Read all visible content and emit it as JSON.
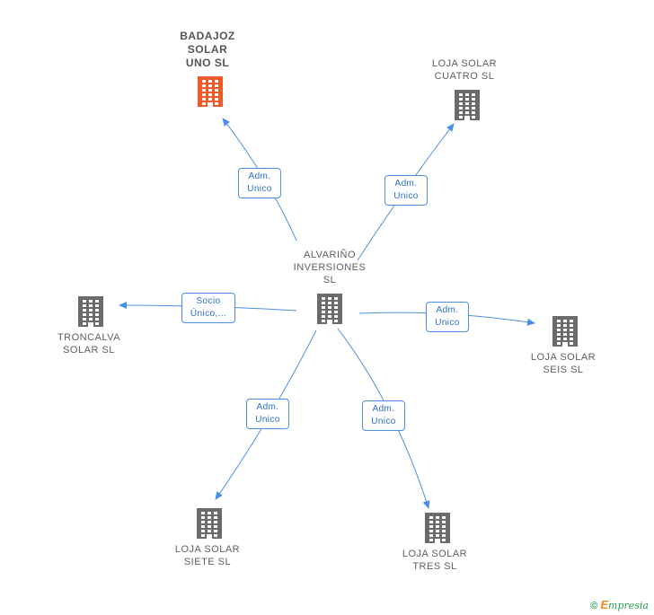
{
  "colors": {
    "edge": "#4a90e2",
    "highlight_icon": "#f05a28",
    "icon": "#6b6b6b"
  },
  "center": {
    "id": "alvarino",
    "label": "ALVARIÑO\nINVERSIONES\nSL"
  },
  "nodes": [
    {
      "id": "badajoz",
      "label": "BADAJOZ\nSOLAR\nUNO SL",
      "highlight": true
    },
    {
      "id": "cuatro",
      "label": "LOJA SOLAR\nCUATRO SL",
      "highlight": false
    },
    {
      "id": "troncalva",
      "label": "TRONCALVA\nSOLAR SL",
      "highlight": false
    },
    {
      "id": "seis",
      "label": "LOJA SOLAR\nSEIS SL",
      "highlight": false
    },
    {
      "id": "siete",
      "label": "LOJA SOLAR\nSIETE SL",
      "highlight": false
    },
    {
      "id": "tres",
      "label": "LOJA SOLAR\nTRES SL",
      "highlight": false
    }
  ],
  "edges": [
    {
      "to": "badajoz",
      "label": "Adm.\nUnico"
    },
    {
      "to": "cuatro",
      "label": "Adm.\nUnico"
    },
    {
      "to": "troncalva",
      "label": "Socio\nÚnico,..."
    },
    {
      "to": "seis",
      "label": "Adm.\nUnico"
    },
    {
      "to": "siete",
      "label": "Adm.\nUnico"
    },
    {
      "to": "tres",
      "label": "Adm.\nUnico"
    }
  ],
  "brand": {
    "copyright": "©",
    "e": "E",
    "rest": "mpresia"
  }
}
